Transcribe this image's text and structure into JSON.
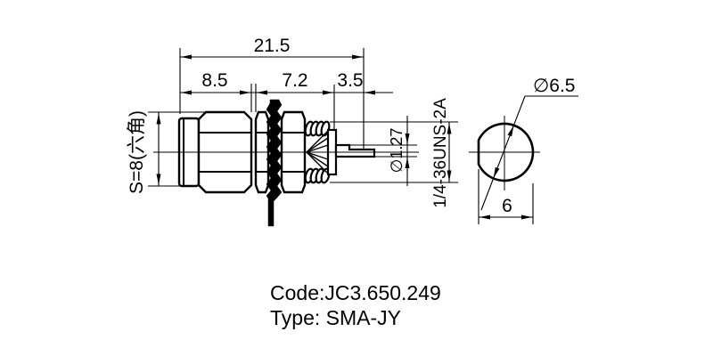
{
  "drawing": {
    "side_view": {
      "overall_length": "21.5",
      "front_length": "8.5",
      "mid_length": "7.2",
      "thread_length": "3.5",
      "hex_across_flats": "S=8(六角)",
      "pin_diameter": "∅1.27",
      "thread_spec": "1/4-36UNS-2A"
    },
    "end_view": {
      "hole_diameter": "∅6.5",
      "flat_width": "6"
    },
    "footer": {
      "code_line": "Code:JC3.650.249",
      "type_line": "Type: SMA-JY"
    },
    "colors": {
      "ink": "#000000",
      "paper": "#ffffff"
    }
  }
}
